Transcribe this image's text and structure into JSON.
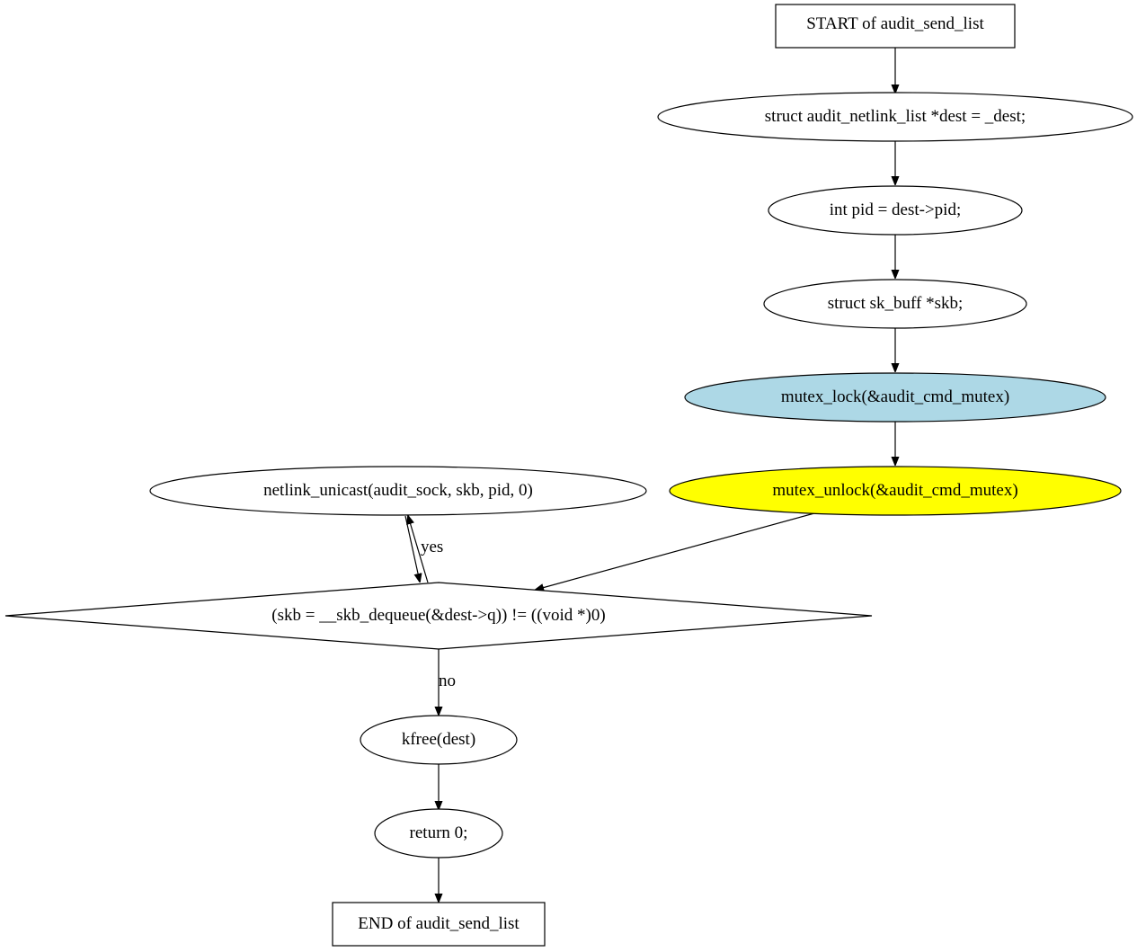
{
  "diagram": {
    "nodes": {
      "start": {
        "label": "START of audit_send_list"
      },
      "dest": {
        "label": "struct audit_netlink_list *dest = _dest;"
      },
      "pid": {
        "label": "int pid = dest->pid;"
      },
      "skb": {
        "label": "struct sk_buff *skb;"
      },
      "lock": {
        "label": "mutex_lock(&audit_cmd_mutex)",
        "fill": "#add8e6"
      },
      "unlock": {
        "label": "mutex_unlock(&audit_cmd_mutex)",
        "fill": "#ffff00"
      },
      "unicast": {
        "label": "netlink_unicast(audit_sock, skb, pid, 0)"
      },
      "cond": {
        "label": "(skb = __skb_dequeue(&dest->q)) != ((void *)0)"
      },
      "kfree": {
        "label": "kfree(dest)"
      },
      "ret": {
        "label": "return 0;"
      },
      "end": {
        "label": "END of audit_send_list"
      }
    },
    "edges": [
      {
        "from": "start",
        "to": "dest"
      },
      {
        "from": "dest",
        "to": "pid"
      },
      {
        "from": "pid",
        "to": "skb"
      },
      {
        "from": "skb",
        "to": "lock"
      },
      {
        "from": "lock",
        "to": "unlock"
      },
      {
        "from": "unlock",
        "to": "cond"
      },
      {
        "from": "cond",
        "to": "unicast",
        "label": "yes"
      },
      {
        "from": "unicast",
        "to": "cond"
      },
      {
        "from": "cond",
        "to": "kfree",
        "label": "no"
      },
      {
        "from": "kfree",
        "to": "ret"
      },
      {
        "from": "ret",
        "to": "end"
      }
    ],
    "edge_labels": {
      "yes": "yes",
      "no": "no"
    }
  }
}
